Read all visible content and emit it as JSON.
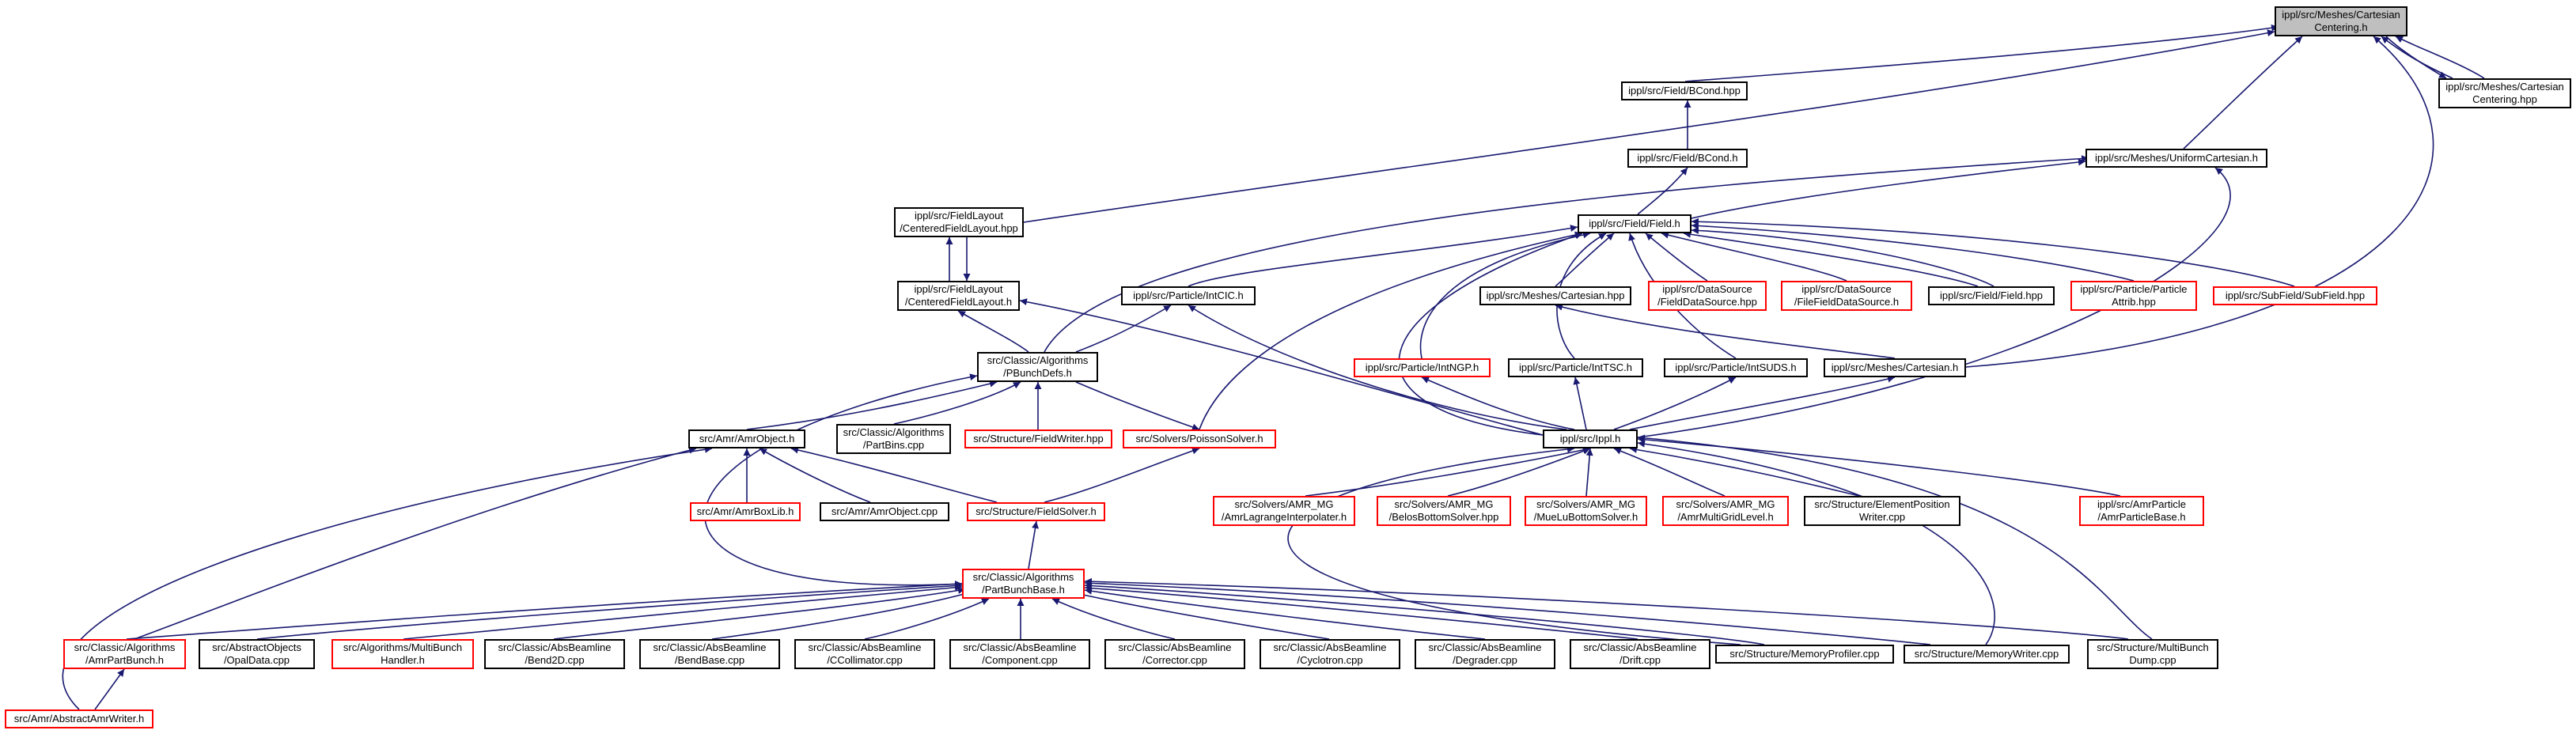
{
  "colors": {
    "edge": "#191970",
    "border": "#000000",
    "external": "#ff0000",
    "root_fill": "#bfbfbf"
  },
  "nodes": {
    "root": {
      "l1": "ippl/src/Meshes/Cartesian",
      "l2": "Centering.h"
    },
    "cch": {
      "l1": "ippl/src/Meshes/Cartesian",
      "l2": "Centering.hpp"
    },
    "bch": {
      "l1": "ippl/src/Field/BCond.hpp"
    },
    "bc": {
      "l1": "ippl/src/Field/BCond.h"
    },
    "uc": {
      "l1": "ippl/src/Meshes/UniformCartesian.h"
    },
    "cflh": {
      "l1": "ippl/src/FieldLayout",
      "l2": "/CenteredFieldLayout.hpp"
    },
    "field": {
      "l1": "ippl/src/Field/Field.h"
    },
    "cfl": {
      "l1": "ippl/src/FieldLayout",
      "l2": "/CenteredFieldLayout.h"
    },
    "cic": {
      "l1": "ippl/src/Particle/IntCIC.h"
    },
    "cart": {
      "l1": "ippl/src/Meshes/Cartesian.hpp"
    },
    "dsf": {
      "l1": "ippl/src/DataSource",
      "l2": "/FieldDataSource.hpp"
    },
    "dsff": {
      "l1": "ippl/src/DataSource",
      "l2": "/FileFieldDataSource.h"
    },
    "fhpp": {
      "l1": "ippl/src/Field/Field.hpp"
    },
    "ppa": {
      "l1": "ippl/src/Particle/Particle",
      "l2": "Attrib.hpp"
    },
    "sub": {
      "l1": "ippl/src/SubField/SubField.hpp"
    },
    "pbd": {
      "l1": "src/Classic/Algorithms",
      "l2": "/PBunchDefs.h"
    },
    "ngp": {
      "l1": "ippl/src/Particle/IntNGP.h"
    },
    "tsc": {
      "l1": "ippl/src/Particle/IntTSC.h"
    },
    "suds": {
      "l1": "ippl/src/Particle/IntSUDS.h"
    },
    "carth": {
      "l1": "ippl/src/Meshes/Cartesian.h"
    },
    "amro": {
      "l1": "src/Amr/AmrObject.h"
    },
    "pbins": {
      "l1": "src/Classic/Algorithms",
      "l2": "/PartBins.cpp"
    },
    "fwh": {
      "l1": "src/Structure/FieldWriter.hpp"
    },
    "pois": {
      "l1": "src/Solvers/PoissonSolver.h"
    },
    "ippl": {
      "l1": "ippl/src/Ippl.h"
    },
    "boxlib": {
      "l1": "src/Amr/AmrBoxLib.h"
    },
    "amrocpp": {
      "l1": "src/Amr/AmrObject.cpp"
    },
    "fsol": {
      "l1": "src/Structure/FieldSolver.h"
    },
    "lag": {
      "l1": "src/Solvers/AMR_MG",
      "l2": "/AmrLagrangeInterpolater.h"
    },
    "belos": {
      "l1": "src/Solvers/AMR_MG",
      "l2": "/BelosBottomSolver.hpp"
    },
    "muelu": {
      "l1": "src/Solvers/AMR_MG",
      "l2": "/MueLuBottomSolver.h"
    },
    "mgl": {
      "l1": "src/Solvers/AMR_MG",
      "l2": "/AmrMultiGridLevel.h"
    },
    "epw": {
      "l1": "src/Structure/ElementPosition",
      "l2": "Writer.cpp"
    },
    "apb": {
      "l1": "ippl/src/AmrParticle",
      "l2": "/AmrParticleBase.h"
    },
    "pbb": {
      "l1": "src/Classic/Algorithms",
      "l2": "/PartBunchBase.h"
    },
    "amrpb": {
      "l1": "src/Classic/Algorithms",
      "l2": "/AmrPartBunch.h"
    },
    "opal": {
      "l1": "src/AbstractObjects",
      "l2": "/OpalData.cpp"
    },
    "mbh": {
      "l1": "src/Algorithms/MultiBunch",
      "l2": "Handler.h"
    },
    "bend2d": {
      "l1": "src/Classic/AbsBeamline",
      "l2": "/Bend2D.cpp"
    },
    "bendb": {
      "l1": "src/Classic/AbsBeamline",
      "l2": "/BendBase.cpp"
    },
    "ccol": {
      "l1": "src/Classic/AbsBeamline",
      "l2": "/CCollimator.cpp"
    },
    "comp": {
      "l1": "src/Classic/AbsBeamline",
      "l2": "/Component.cpp"
    },
    "corr": {
      "l1": "src/Classic/AbsBeamline",
      "l2": "/Corrector.cpp"
    },
    "cyc": {
      "l1": "src/Classic/AbsBeamline",
      "l2": "/Cyclotron.cpp"
    },
    "deg": {
      "l1": "src/Classic/AbsBeamline",
      "l2": "/Degrader.cpp"
    },
    "drift": {
      "l1": "src/Classic/AbsBeamline",
      "l2": "/Drift.cpp"
    },
    "mprof": {
      "l1": "src/Structure/MemoryProfiler.cpp"
    },
    "mwr": {
      "l1": "src/Structure/MemoryWriter.cpp"
    },
    "mbd": {
      "l1": "src/Structure/MultiBunch",
      "l2": "Dump.cpp"
    },
    "aaw": {
      "l1": "src/Amr/AbstractAmrWriter.h"
    }
  }
}
